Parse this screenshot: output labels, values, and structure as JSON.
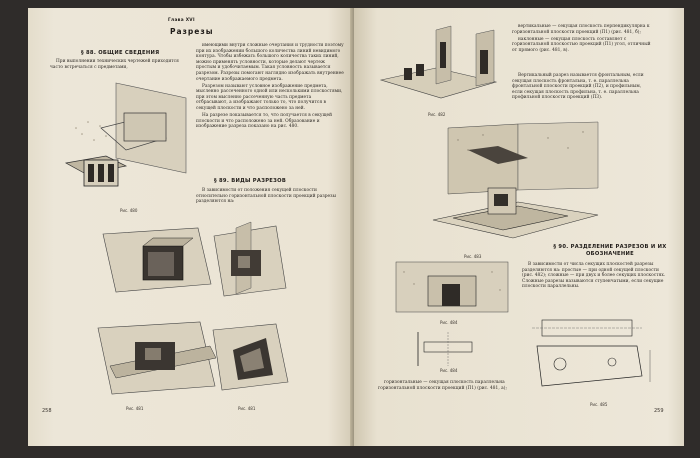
{
  "left_page": {
    "chapter_label": "Глава XVI",
    "chapter_title": "Разрезы",
    "section_general": "§ 88. ОБЩИЕ СВЕДЕНИЯ",
    "general_text_1": "При выполнении технических чертежей приходится часто встречаться с предметами,",
    "general_text_col2": "имеющими внутри сложные очертания и трудности поэтому при их изображении большого количества линий невидимого контура. Чтобы избежать большого количества таких линий, можно применять условности, которые делают чертеж простым и удобочитаемым. Такая условность называется разрезом. Разрезы помогают наглядно изображать внутреннее очертание изображаемого предмета.",
    "general_text_col2b": "Разрезом называют условное изображение предмета, мысленно рассеченного одной или несколькими плоскостями, при этом мысленно рассеченную часть предмета отбрасывают, а изображают только то, что получится в секущей плоскости и что расположено за ней.",
    "general_text_col2c": "На разрезе показывается то, что получается в секущей плоскости и что расположено за ней. Образование и изображение разреза показано на рис. 480.",
    "section_types": "§ 89. ВИДЫ РАЗРЕЗОВ",
    "types_text": "В зависимости от положения секущей плоскости относительно горизонтальной плоскости проекций разрезы разделяются на:",
    "fig_480_caption": "Рис. 480",
    "fig_481a_caption": "Рис. 481",
    "fig_481b_caption": "Рис. 481",
    "page_number": "258"
  },
  "right_page": {
    "top_text": "вертикальные — секущая плоскость перпендикулярна к горизонтальной плоскости проекций (П1) (рис. 481, б);",
    "top_text_2": "наклонные — секущая плоскость составляет с горизонтальной плоскостью проекций (П1) угол, отличный от прямого (рис. 481, в).",
    "top_text_3": "Вертикальный разрез называется фронтальным, если секущая плоскость фронтальна, т. е. параллельна фронтальной плоскости проекций (П2), и профильным, если секущая плоскость профильна, т. е. параллельна профильной плоскости проекций (П3).",
    "fig_482_caption": "Рис. 482",
    "fig_483_caption": "Рис. 483",
    "fig_484_caption": "Рис. 484",
    "fig_485_caption": "Рис. 485",
    "section_designation": "§ 90. РАЗДЕЛЕНИЕ РАЗРЕЗОВ И ИХ ОБОЗНАЧЕНИЕ",
    "designation_text": "В зависимости от числа секущих плоскостей разрезы разделяются на: простые — при одной секущей плоскости (рис. 482); сложные — при двух и более секущих плоскостях. Сложные разрезы называются ступенчатыми, если секущие плоскости параллельны.",
    "bottom_text": "горизонтальные — секущая плоскость параллельна горизонтальной плоскости проекций (П1) (рис. 481, а);",
    "page_number": "259"
  }
}
